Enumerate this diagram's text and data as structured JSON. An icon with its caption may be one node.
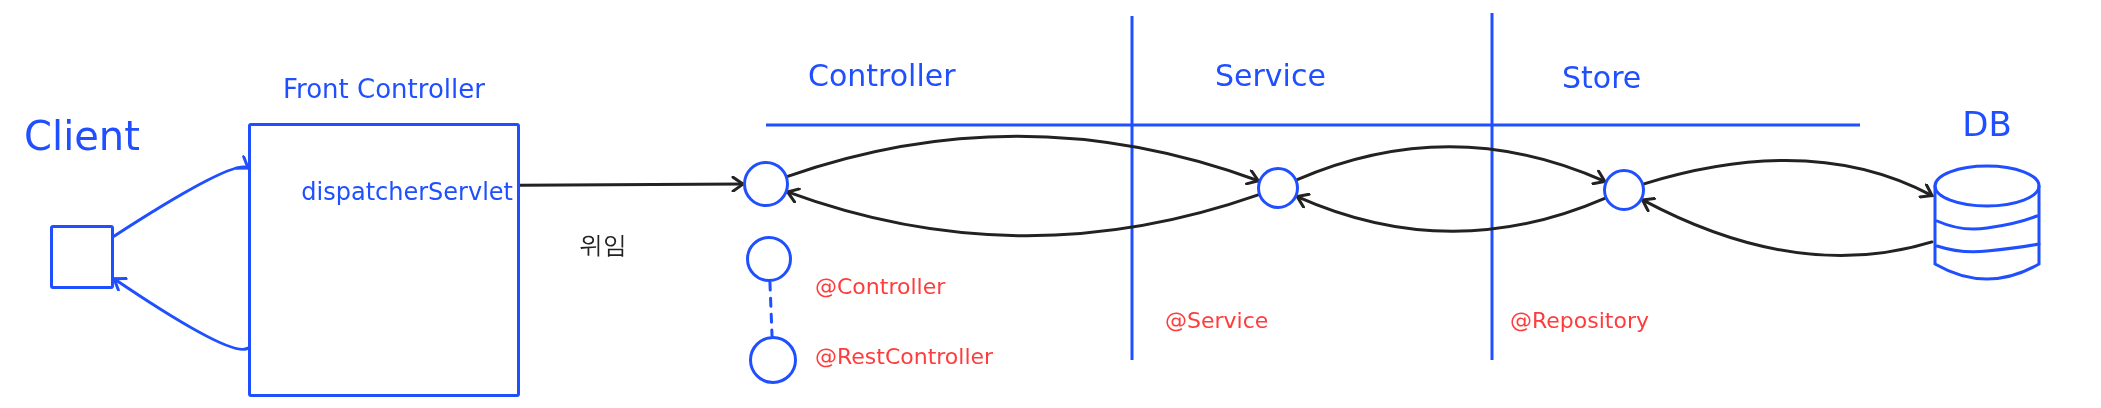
{
  "diagram": {
    "nodes": [
      {
        "text": [
          "Client"
        ]
      },
      {
        "text": [
          "Front Controller",
          "dispatcherServlet"
        ]
      },
      {
        "text": [],
        "shape": "circle"
      },
      {
        "text": [],
        "shape": "circle"
      },
      {
        "text": [],
        "shape": "circle"
      },
      {
        "text": [],
        "shape": "circle"
      },
      {
        "text": [],
        "shape": "circle"
      },
      {
        "text": [
          "DB"
        ]
      }
    ],
    "edges": [
      {
        "from": 0,
        "to": 1,
        "arrow": "to",
        "color": "#1f4fff"
      },
      {
        "from": 1,
        "to": 0,
        "arrow": "to",
        "color": "#1f4fff"
      },
      {
        "from": 1,
        "to": 2,
        "arrow": "to",
        "label": "위임"
      },
      {
        "from": 2,
        "to": 5,
        "arrow": "to"
      },
      {
        "from": 5,
        "to": 2,
        "arrow": "to"
      },
      {
        "from": 5,
        "to": 6,
        "arrow": "to"
      },
      {
        "from": 6,
        "to": 5,
        "arrow": "to"
      },
      {
        "from": 6,
        "to": 7,
        "arrow": "to"
      },
      {
        "from": 7,
        "to": 6,
        "arrow": "to"
      },
      {
        "from": 3,
        "to": 4,
        "arrow": "none",
        "style": "dashed",
        "color": "#1f4fff"
      }
    ],
    "labels": [
      "Controller",
      "Service",
      "Store",
      "@Controller",
      "@RestController",
      "@Service",
      "@Repository"
    ]
  }
}
